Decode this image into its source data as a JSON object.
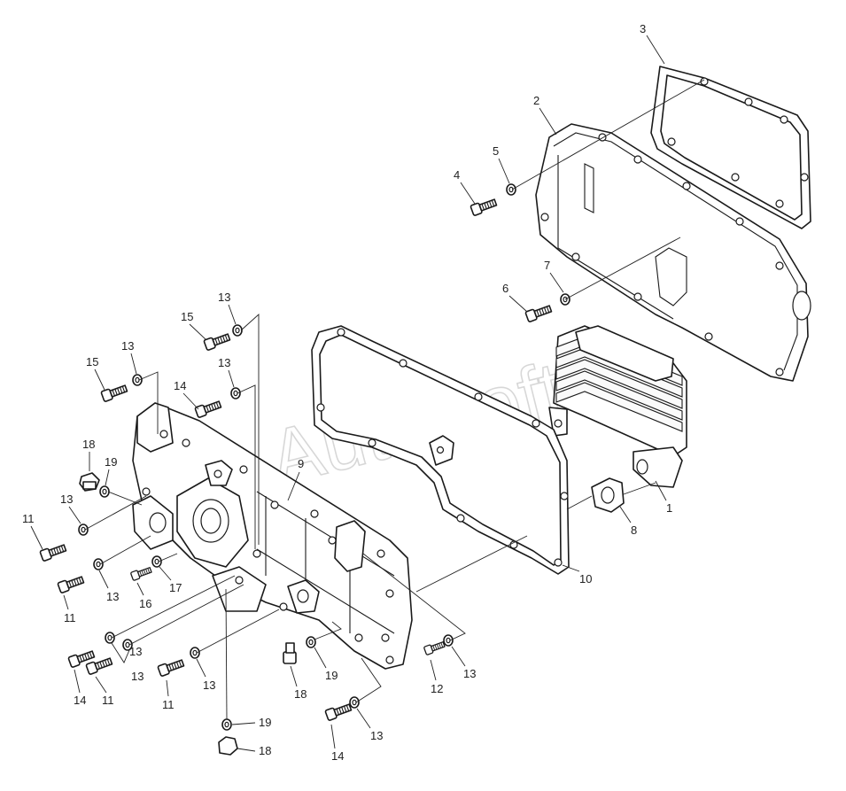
{
  "watermark": "AutoSoft",
  "callouts": {
    "c1": "1",
    "c2": "2",
    "c3": "3",
    "c4": "4",
    "c5": "5",
    "c6": "6",
    "c7": "7",
    "c8": "8",
    "c9": "9",
    "c10": "10",
    "c11a": "11",
    "c11b": "11",
    "c11c": "11",
    "c11d": "11",
    "c12": "12",
    "c13a": "13",
    "c13b": "13",
    "c13c": "13",
    "c13d": "13",
    "c13e": "13",
    "c13f": "13",
    "c13g": "13",
    "c13h": "13",
    "c13i": "13",
    "c13j": "13",
    "c14a": "14",
    "c14b": "14",
    "c14c": "14",
    "c15a": "15",
    "c15b": "15",
    "c16": "16",
    "c17": "17",
    "c18a": "18",
    "c18b": "18",
    "c18c": "18",
    "c19a": "19",
    "c19b": "19",
    "c19c": "19"
  }
}
